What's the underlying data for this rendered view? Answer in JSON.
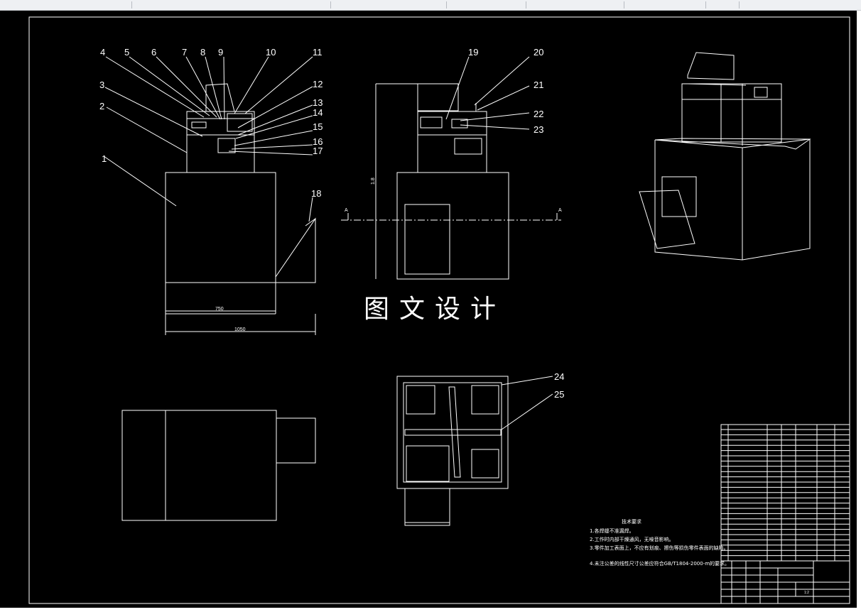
{
  "watermark": "图文设计",
  "part_labels_front": [
    "1",
    "2",
    "3",
    "4",
    "5",
    "6",
    "7",
    "8",
    "9",
    "10",
    "11",
    "12",
    "13",
    "14",
    "15",
    "16",
    "17",
    "18"
  ],
  "part_labels_side": [
    "19",
    "20",
    "21",
    "22",
    "23"
  ],
  "part_labels_section": [
    "24",
    "25"
  ],
  "dimensions": {
    "inner_width": "750",
    "outer_width": "1050",
    "height": "1.8"
  },
  "section_marker": "A",
  "tech_requirements": {
    "title": "技术要求",
    "lines": [
      "1.各焊缝不准漏焊。",
      "2.工作时内部干燥通风，无噪音影响。",
      "3.零件加工表面上，不应有划痕、擦伤等损伤零件表面的缺陷。",
      "4.未注公差的线性尺寸公差应符合GB/T1804-2000-m的要求。"
    ]
  },
  "title_block": {
    "scale": "1:2"
  },
  "colors": {
    "background": "#000000",
    "lines": "#ffffff",
    "tabbar": "#eef0f3"
  }
}
